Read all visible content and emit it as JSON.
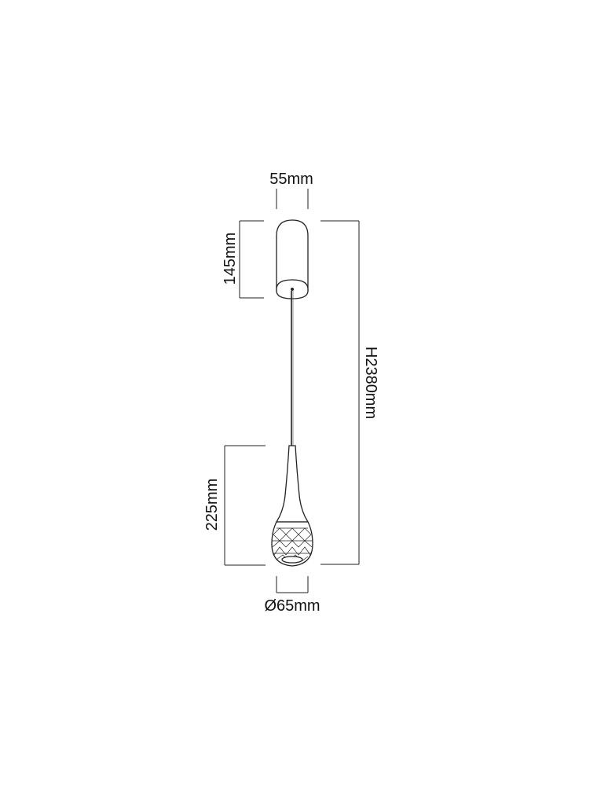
{
  "dimensions": {
    "canopy_width": "55mm",
    "canopy_height": "145mm",
    "total_height": "H2380mm",
    "shade_height": "225mm",
    "shade_diameter": "Ø65mm"
  }
}
